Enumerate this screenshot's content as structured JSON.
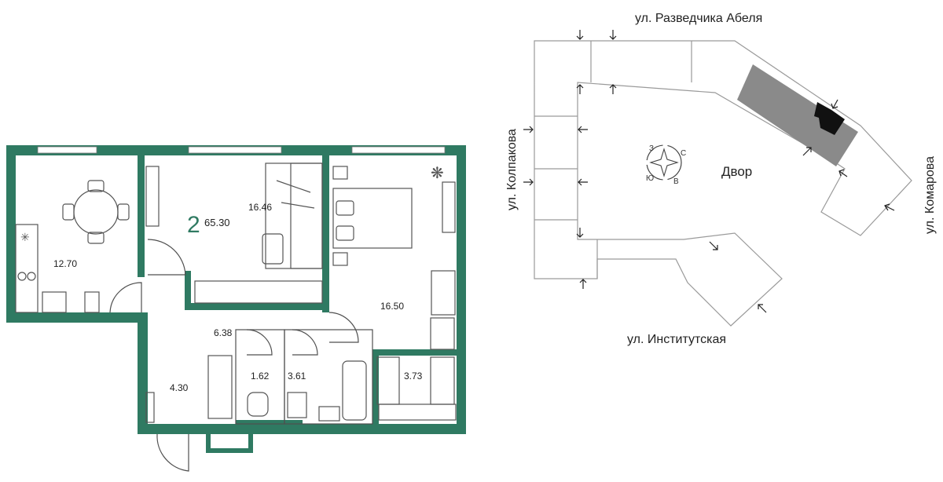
{
  "apartment": {
    "rooms": "2",
    "total_area": "65.30",
    "areas": {
      "kitchen": "12.70",
      "living": "16.46",
      "bedroom": "16.50",
      "hall": "6.38",
      "entry": "4.30",
      "toilet": "1.62",
      "bath": "3.61",
      "closet": "3.73"
    },
    "colors": {
      "wall": "#2f7a62",
      "highlight": "#8a8a8a",
      "apartment_mark": "#111111"
    }
  },
  "site_plan": {
    "streets": {
      "north": "ул. Разведчика Абеля",
      "west": "ул. Колпакова",
      "east": "ул. Комарова",
      "south": "ул. Институтская"
    },
    "courtyard": "Двор",
    "compass": {
      "north": "С",
      "east": "В",
      "south": "Ю",
      "west": "З"
    }
  }
}
